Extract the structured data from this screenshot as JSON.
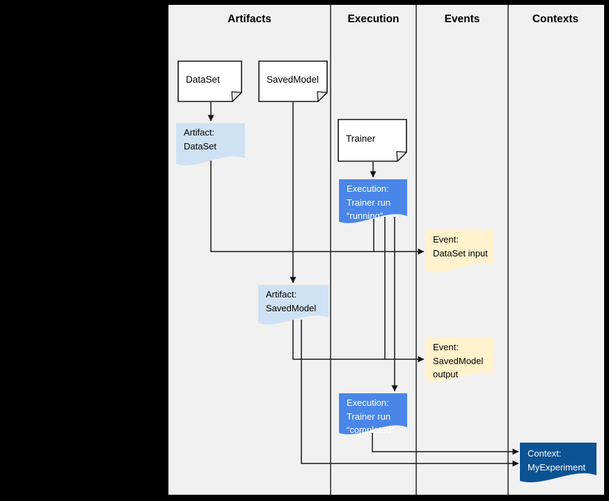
{
  "diagram": {
    "columns": [
      {
        "label": "Artifacts"
      },
      {
        "label": "Execution"
      },
      {
        "label": "Events"
      },
      {
        "label": "Contexts"
      }
    ],
    "colors": {
      "panel_background": "#f1f1f1",
      "artifact_fill": "#cfe2f3",
      "execution_fill": "#4a86e8",
      "event_fill": "#fff2cc",
      "context_fill": "#0b5394",
      "document_fill": "#ffffff",
      "fold_fill": "#e8e8e8",
      "line": "#151515"
    },
    "nodes": {
      "dataset_doc": {
        "label": "DataSet"
      },
      "savedmodel_doc": {
        "label": "SavedModel"
      },
      "trainer_doc": {
        "label": "Trainer"
      },
      "artifact_dataset": {
        "label": "Artifact:\nDataSet"
      },
      "execution_running": {
        "label": "Execution:\nTrainer run\n“running”"
      },
      "event_dataset_input": {
        "label": "Event:\nDataSet input"
      },
      "artifact_savedmodel": {
        "label": "Artifact:\nSavedModel"
      },
      "event_savedmodel_output": {
        "label": "Event:\nSavedModel\noutput"
      },
      "execution_completed": {
        "label": "Execution:\nTrainer run\n“completed”"
      },
      "context_myexperiment": {
        "label": "Context:\nMyExperiment"
      }
    }
  }
}
